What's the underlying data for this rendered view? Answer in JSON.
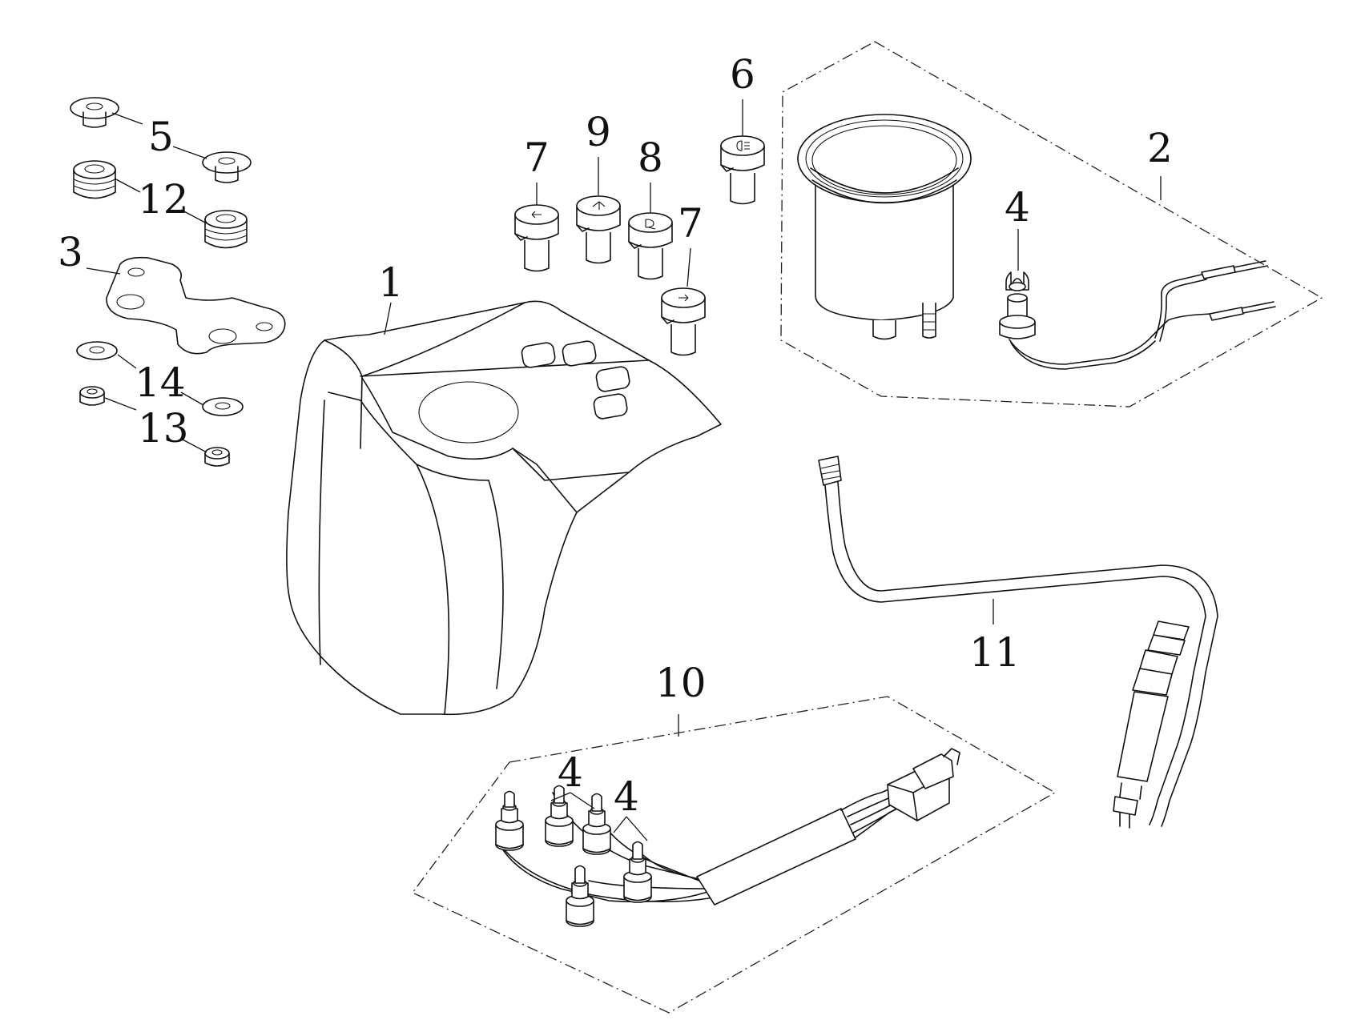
{
  "callouts": [
    {
      "id": "c1",
      "number": "1"
    },
    {
      "id": "c2",
      "number": "2"
    },
    {
      "id": "c3",
      "number": "3"
    },
    {
      "id": "c4a",
      "number": "4"
    },
    {
      "id": "c4b",
      "number": "4"
    },
    {
      "id": "c4c",
      "number": "4"
    },
    {
      "id": "c5",
      "number": "5"
    },
    {
      "id": "c6",
      "number": "6"
    },
    {
      "id": "c7a",
      "number": "7"
    },
    {
      "id": "c7b",
      "number": "7"
    },
    {
      "id": "c8",
      "number": "8"
    },
    {
      "id": "c9",
      "number": "9"
    },
    {
      "id": "c10",
      "number": "10"
    },
    {
      "id": "c11",
      "number": "11"
    },
    {
      "id": "c12",
      "number": "12"
    },
    {
      "id": "c13",
      "number": "13"
    },
    {
      "id": "c14",
      "number": "14"
    }
  ],
  "colors": {
    "line": "#111111",
    "background": "#ffffff"
  }
}
